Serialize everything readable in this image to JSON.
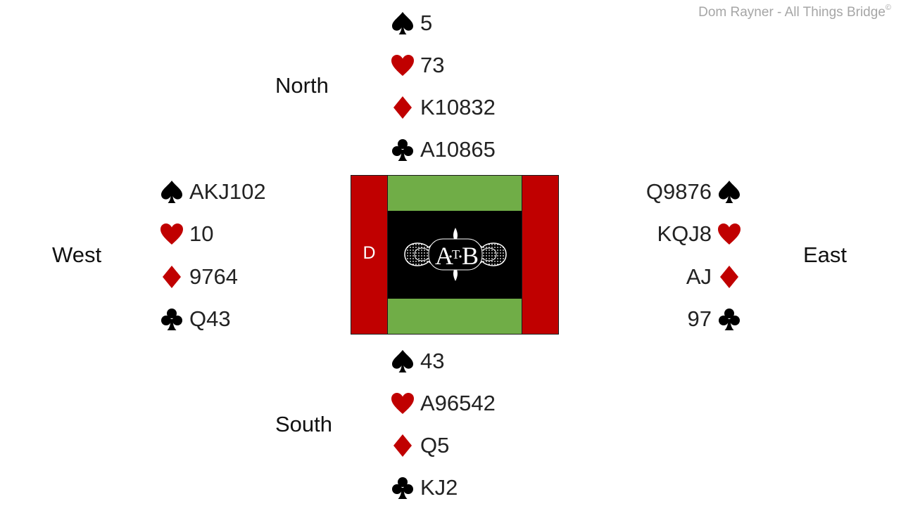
{
  "credit": {
    "text": "Dom Rayner  - All Things Bridge",
    "mark": "©"
  },
  "colors": {
    "red": "#c00000",
    "green": "#70ad47",
    "black": "#000000"
  },
  "seats": {
    "north": "North",
    "south": "South",
    "west": "West",
    "east": "East"
  },
  "hands": {
    "north": [
      {
        "suit": "spades-icon",
        "cards": "5"
      },
      {
        "suit": "hearts-icon",
        "cards": "73"
      },
      {
        "suit": "diamonds-icon",
        "cards": "K10832"
      },
      {
        "suit": "clubs-icon",
        "cards": "A10865"
      }
    ],
    "west": [
      {
        "suit": "spades-icon",
        "cards": "AKJ102"
      },
      {
        "suit": "hearts-icon",
        "cards": "10"
      },
      {
        "suit": "diamonds-icon",
        "cards": "9764"
      },
      {
        "suit": "clubs-icon",
        "cards": "Q43"
      }
    ],
    "east": [
      {
        "suit": "spades-icon",
        "cards": "Q9876"
      },
      {
        "suit": "hearts-icon",
        "cards": "KQJ8"
      },
      {
        "suit": "diamonds-icon",
        "cards": "AJ"
      },
      {
        "suit": "clubs-icon",
        "cards": "97"
      }
    ],
    "south": [
      {
        "suit": "spades-icon",
        "cards": "43"
      },
      {
        "suit": "hearts-icon",
        "cards": "A96542"
      },
      {
        "suit": "diamonds-icon",
        "cards": "Q5"
      },
      {
        "suit": "clubs-icon",
        "cards": "KJ2"
      }
    ]
  },
  "table": {
    "dealer": "D",
    "logo_text": "ATB"
  }
}
